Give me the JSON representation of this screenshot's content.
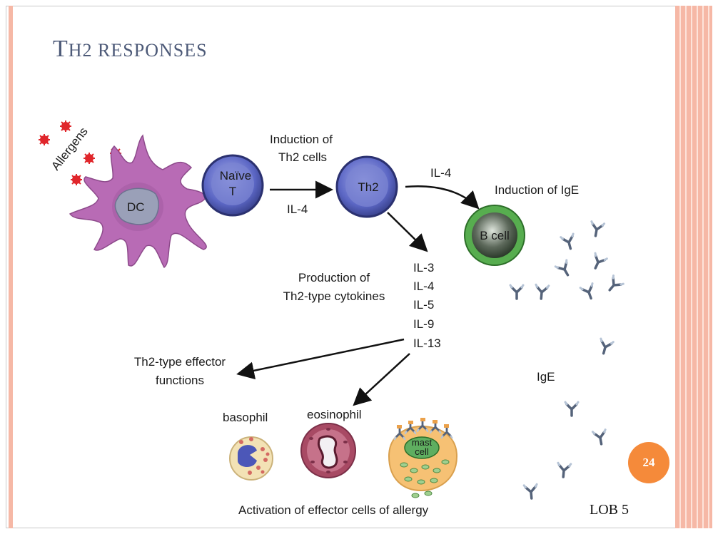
{
  "slide": {
    "title_first": "T",
    "title_rest": "H2 RESPONSES",
    "page_number": "24",
    "footer_code": "LOB 5"
  },
  "diagram": {
    "allergens": "Allergens",
    "dc": "DC",
    "naive_line1": "Naïve",
    "naive_line2": "T",
    "induction_line1": "Induction of",
    "induction_line2": "Th2 cells",
    "il4_bottom": "IL-4",
    "th2": "Th2",
    "il4_top": "IL-4",
    "induction_ige": "Induction of IgE",
    "b_cell": "B cell",
    "production_line1": "Production of",
    "production_line2": "Th2-type cytokines",
    "cytokines": [
      "IL-3",
      "IL-4",
      "IL-5",
      "IL-9",
      "IL-13"
    ],
    "effector_line1": "Th2-type effector",
    "effector_line2": "functions",
    "ige": "IgE",
    "basophil": "basophil",
    "eosinophil": "eosinophil",
    "mast_line1": "mast",
    "mast_line2": "cell",
    "activation": "Activation of effector cells of allergy"
  },
  "colors": {
    "stripe": "#f6b8a6",
    "title": "#4d5a78",
    "dc": "#b86bb5",
    "tcell": "#6670c8",
    "bcell": "#4da44a",
    "badge": "#f58a3a"
  }
}
